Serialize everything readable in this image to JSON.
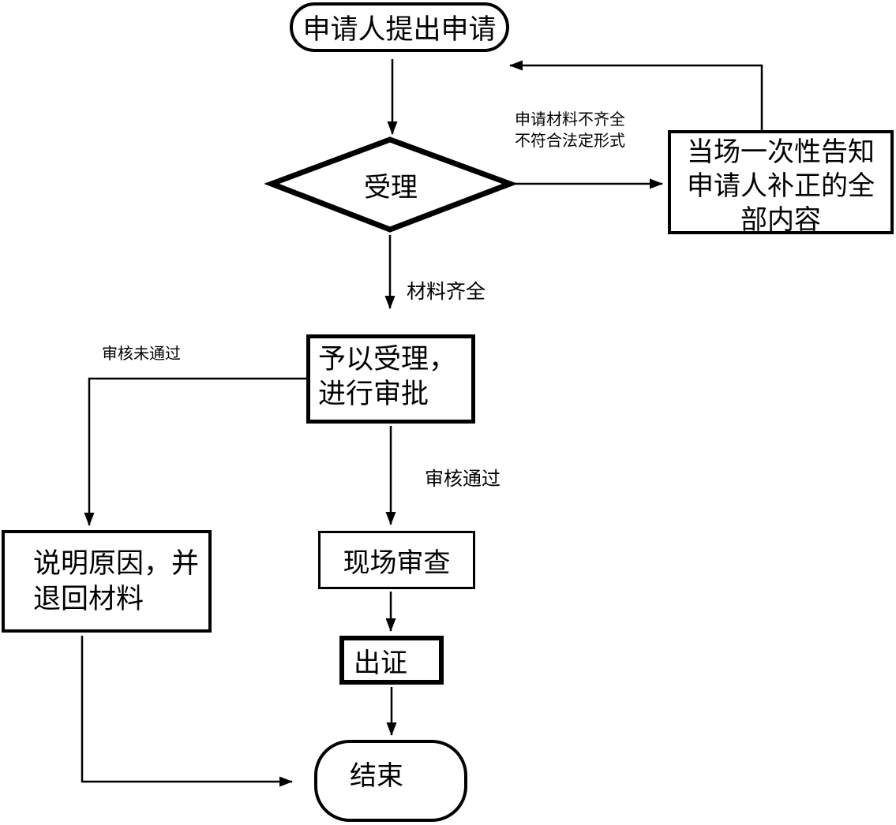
{
  "colors": {
    "ink": "#000000",
    "background": "#ffffff"
  },
  "nodes": {
    "start": {
      "label": "申请人提出申请"
    },
    "decision": {
      "label": "受理"
    },
    "notify": {
      "lines": [
        "当场一次性告知",
        "申请人补正的全",
        "部内容"
      ]
    },
    "accept": {
      "lines": [
        "予以受理，",
        "进行审批"
      ]
    },
    "reject": {
      "lines": [
        "说明原因，并",
        "退回材料"
      ]
    },
    "review": {
      "label": "现场审查"
    },
    "certificate": {
      "label": "出证"
    },
    "end": {
      "label": "结束"
    }
  },
  "edge_labels": {
    "materials_incomplete": {
      "lines": [
        "申请材料不齐全",
        "不符合法定形式"
      ]
    },
    "materials_complete": "材料齐全",
    "audit_failed": "审核未通过",
    "audit_passed": "审核通过"
  }
}
